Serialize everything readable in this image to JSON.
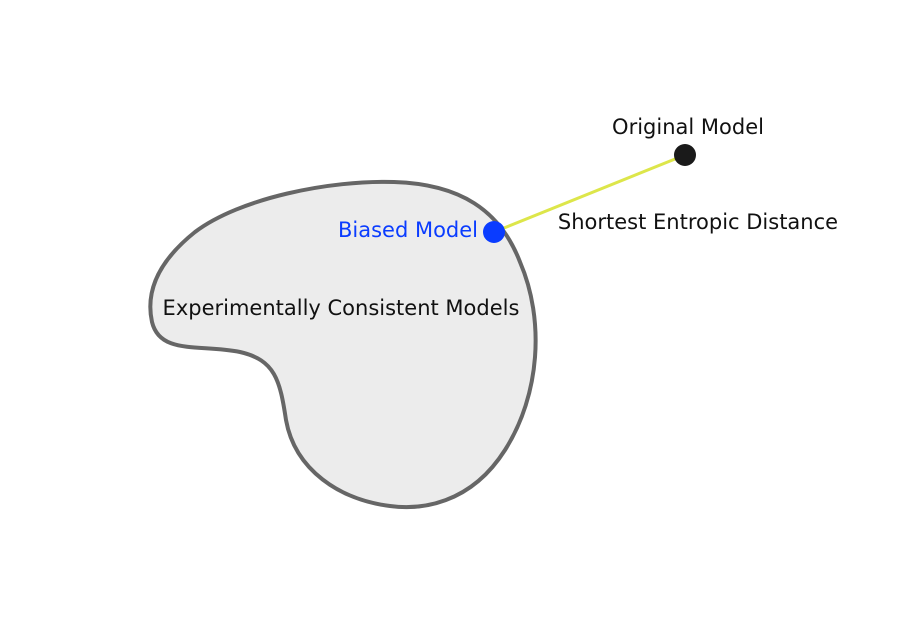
{
  "diagram": {
    "region": {
      "label": "Experimentally Consistent Models",
      "fill_color": "#ececec",
      "stroke_color": "#666666"
    },
    "original_model": {
      "label": "Original Model",
      "color": "#1a1a1a"
    },
    "biased_model": {
      "label": "Biased Model",
      "color": "#0a3cff"
    },
    "connector": {
      "label": "Shortest Entropic Distance",
      "color": "#dde64a"
    },
    "text_color": "#111111"
  }
}
